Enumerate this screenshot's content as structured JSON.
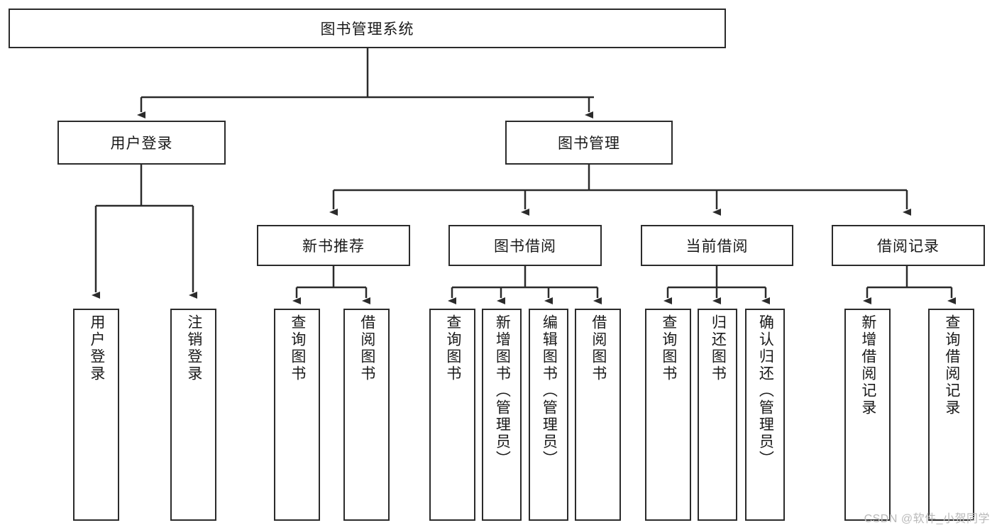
{
  "diagram": {
    "title": "图书管理系统",
    "type": "tree-hierarchy",
    "colors": {
      "stroke": "#2b2b2b",
      "fill": "#ffffff",
      "text": "#1a1a1a",
      "watermark": "#b9b9b9"
    },
    "root": {
      "label": "图书管理系统"
    },
    "level2": [
      {
        "label": "用户登录"
      },
      {
        "label": "图书管理"
      }
    ],
    "level3": [
      {
        "label": "新书推荐"
      },
      {
        "label": "图书借阅"
      },
      {
        "label": "当前借阅"
      },
      {
        "label": "借阅记录"
      }
    ],
    "leaves": {
      "user_login": [
        {
          "label": "用户登录"
        },
        {
          "label": "注销登录"
        }
      ],
      "new_book_recommend": [
        {
          "label": "查询图书"
        },
        {
          "label": "借阅图书"
        }
      ],
      "book_borrow": [
        {
          "label": "查询图书"
        },
        {
          "label": "新增图书（管理员）"
        },
        {
          "label": "编辑图书（管理员）"
        },
        {
          "label": "借阅图书"
        }
      ],
      "current_borrow": [
        {
          "label": "查询图书"
        },
        {
          "label": "归还图书"
        },
        {
          "label": "确认归还（管理员）"
        }
      ],
      "borrow_record": [
        {
          "label": "新增借阅记录"
        },
        {
          "label": "查询借阅记录"
        }
      ]
    }
  },
  "watermark": {
    "text": "CSDN @软件_小贺同学"
  }
}
